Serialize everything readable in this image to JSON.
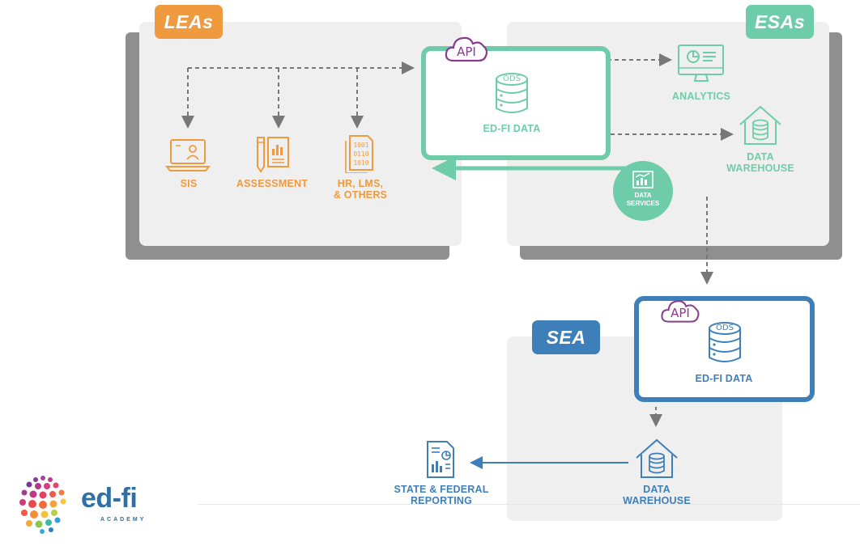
{
  "lea": {
    "tag": "LEAs",
    "sis": "SIS",
    "assessment": "ASSESSMENT",
    "hr_line1": "HR, LMS,",
    "hr_line2": "& OTHERS"
  },
  "esa": {
    "tag": "ESAs",
    "analytics": "ANALYTICS",
    "dw_line1": "DATA",
    "dw_line2": "WAREHOUSE",
    "services_line1": "DATA",
    "services_line2": "SERVICES"
  },
  "ods_top": {
    "api": "API",
    "ods": "ODS",
    "label": "ED-FI DATA"
  },
  "sea": {
    "tag": "SEA",
    "api": "API",
    "ods": "ODS",
    "label": "ED-FI DATA",
    "dw_line1": "DATA",
    "dw_line2": "WAREHOUSE",
    "report_line1": "STATE & FEDERAL",
    "report_line2": "REPORTING"
  },
  "logo": {
    "name": "ed-fi",
    "sub": "ACADEMY"
  },
  "colors": {
    "orange": "#ef9a3e",
    "teal": "#6fccaa",
    "blue": "#3f7fb9",
    "purple": "#8b3a8f",
    "panel": "#efefef"
  },
  "icons": [
    "laptop-icon",
    "assessment-icon",
    "binary-file-icon",
    "cloud-api-icon",
    "database-icon",
    "monitor-chart-icon",
    "house-database-icon",
    "chart-circle-icon",
    "report-icon"
  ]
}
